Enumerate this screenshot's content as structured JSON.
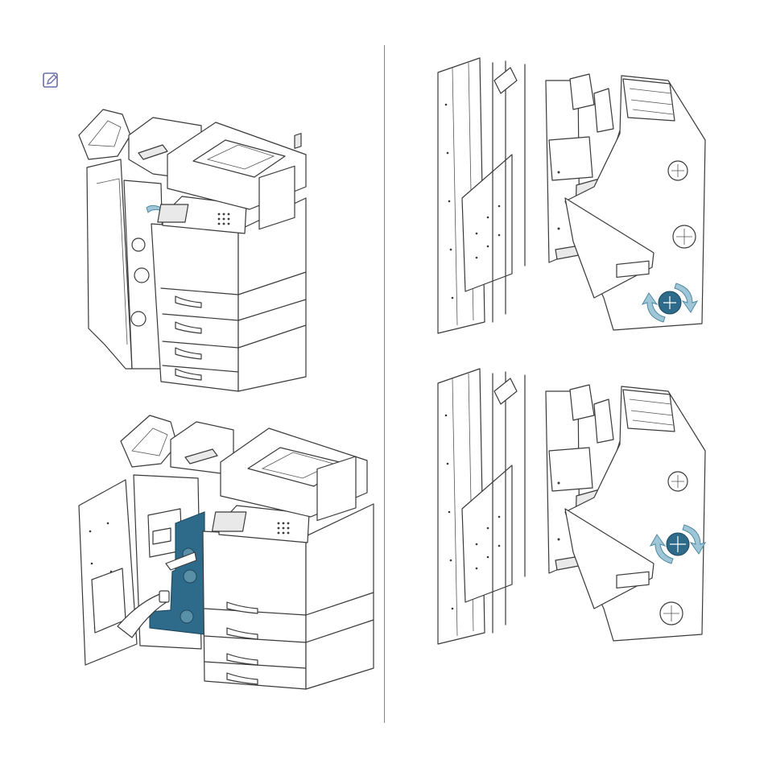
{
  "note_icon": {
    "name": "note-pencil-icon",
    "color": "#6b6fa8"
  },
  "divider_color": "#888888",
  "figures": [
    {
      "id": "fig-1",
      "depicts": "printer-finisher-front-door-open"
    },
    {
      "id": "fig-2",
      "depicts": "finisher-unit-pulled-out-with-highlighted-panel"
    },
    {
      "id": "fig-3",
      "depicts": "finisher-interior-lower-knob-turn"
    },
    {
      "id": "fig-4",
      "depicts": "finisher-interior-middle-knob-turn"
    }
  ],
  "colors": {
    "highlight_panel": "#2e6b8a",
    "rotate_arrow": "#9fc6d6"
  }
}
